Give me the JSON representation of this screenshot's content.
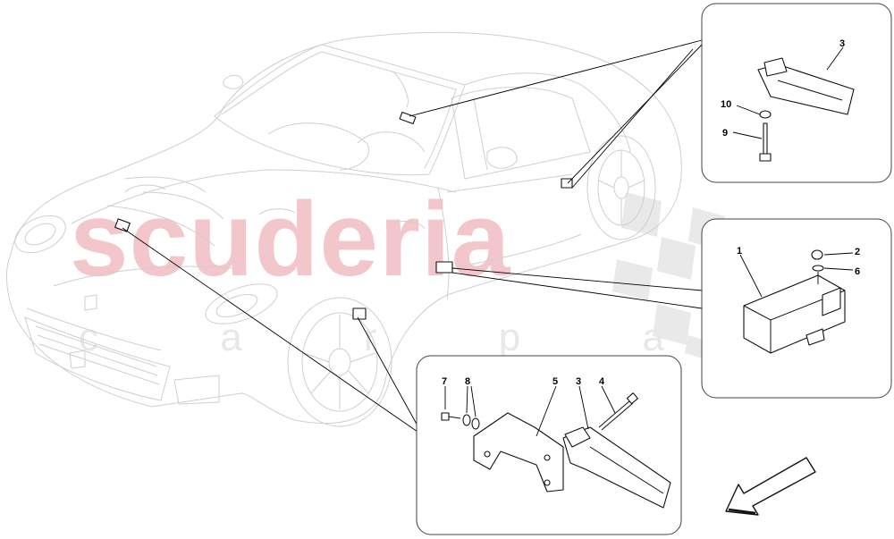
{
  "watermark": {
    "brand": "scuderia",
    "tagline": "c a r p a r t s"
  },
  "callouts": {
    "top_panel": [
      "3",
      "10",
      "9"
    ],
    "right_panel": [
      "1",
      "2",
      "6"
    ],
    "bottom_panel": [
      "7",
      "8",
      "5",
      "3",
      "4"
    ]
  },
  "colors": {
    "watermark_brand": "#f2c6ca",
    "watermark_checker": "#e9e9e9",
    "car_outline": "#cfcfcf",
    "part_outline": "#111111"
  },
  "icons": {
    "direction": "front-arrow-icon"
  }
}
